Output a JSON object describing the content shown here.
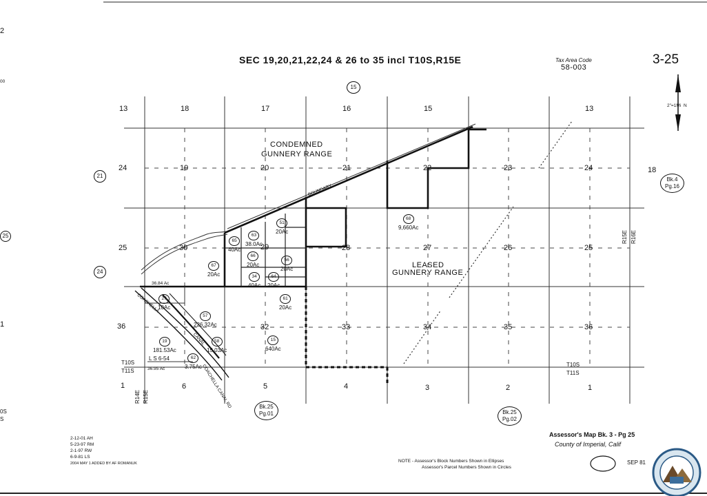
{
  "header": {
    "title": "SEC 19,20,21,22,24 & 26 to 35 incl T10S,R15E",
    "tax_area_label": "Tax Area Code",
    "tax_area_code": "58-003",
    "page_number": "3-25",
    "circle_15": "15"
  },
  "top_section_numbers": [
    "13",
    "18",
    "17",
    "16",
    "15",
    "13"
  ],
  "section_labels": {
    "s19": "19",
    "s20": "20",
    "s21": "21",
    "s22": "22",
    "s23": "23",
    "s24": "24",
    "s30": "30",
    "s29": "29",
    "s28": "28",
    "s27": "27",
    "s26": "26",
    "s25": "25",
    "s32": "32",
    "s33": "33",
    "s34": "34",
    "s35": "35",
    "s36": "36",
    "left24": "24",
    "left25": "25",
    "left36": "36",
    "right18": "18"
  },
  "bottom_section_numbers": [
    "1",
    "6",
    "5",
    "4",
    "3",
    "2",
    "1"
  ],
  "area_labels": {
    "condemned": [
      "CONDEMNED",
      "GUNNERY RANGE"
    ],
    "leased": [
      "LEASED",
      "GUNNERY RANGE"
    ],
    "boundary": "BOUNDARY",
    "coachella": "COACHELLA",
    "canal": "CANAL",
    "canal_rd": "COACHELLA CANAL RD"
  },
  "township": {
    "t10s_left": "T10S",
    "t11s_left": "T11S",
    "t10s_right": "T10S",
    "t11s_right": "T11S",
    "r14e": "R14E",
    "r15e_left": "R15E",
    "r15e_right": "R15E",
    "r16e": "R16E"
  },
  "side_circles": {
    "c21": "21",
    "c25": "25",
    "c24": "24"
  },
  "book_refs": {
    "right": [
      "Bk.4",
      "Pg.16"
    ],
    "bottom1": [
      "Bk.25",
      "Pg.01"
    ],
    "bottom2": [
      "Bk.25",
      "Pg.02"
    ]
  },
  "parcels": [
    {
      "num": "68",
      "ac": "9,660Ac"
    },
    {
      "num": "51",
      "ac": "20Ac"
    },
    {
      "num": "63",
      "ac": "38.0Ac"
    },
    {
      "num": "65",
      "ac": "40Ac"
    },
    {
      "num": "66",
      "ac": "20Ac"
    },
    {
      "num": "56",
      "ac": "20Ac"
    },
    {
      "num": "67",
      "ac": "20Ac"
    },
    {
      "num": "34",
      "ac": "40Ac"
    },
    {
      "num": "64",
      "ac": "20Ac"
    },
    {
      "num": "61",
      "ac": "20Ac"
    },
    {
      "num": "27",
      "ac": "10Ac"
    },
    {
      "num": "57",
      "ac": "226.32Ac"
    },
    {
      "num": "15",
      "ac": "640Ac"
    },
    {
      "num": "19",
      "ac": "181.53Ac"
    },
    {
      "num": "58",
      "ac": "15.03Ac"
    },
    {
      "num": "62",
      "ac": "3.75Ac"
    }
  ],
  "misc": {
    "ls": "L S 6-54",
    "ls_small": "36.95 Ac",
    "small_left_note": "36.84 Ac"
  },
  "revisions": [
    "2-12-01 AH",
    "5-23-97 RM",
    "2-1-97 RW",
    "6-9-81 LS",
    "2004 MAY 1 ADDED BY AF ROMANUK"
  ],
  "footer": {
    "assessor_line1": "Assessor's Map Bk. 3 - Pg 25",
    "assessor_line2": "County of Imperial, Calif",
    "note_line1": "NOTE - Assessor's Block Numbers Shown in Ellipses",
    "note_line2": "Assessor's Parcel Numbers Shown in Circles",
    "stamp_date": "SEP 81"
  },
  "compass": {
    "north": "N",
    "scale": "2\"=1Mi"
  },
  "left_edge": {
    "a": "2",
    "b": "00",
    "c": "25",
    "d": "1",
    "e": "0S",
    "f": "S"
  }
}
